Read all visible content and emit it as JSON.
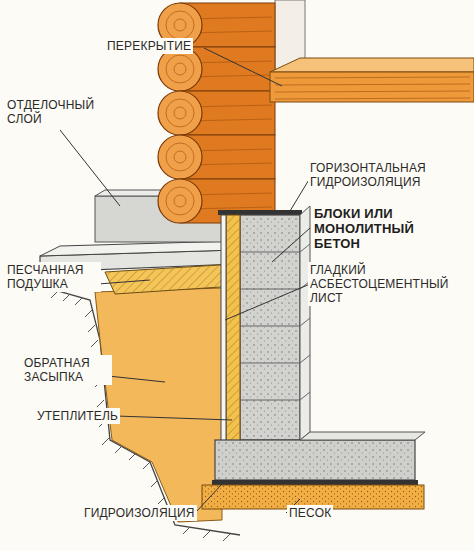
{
  "diagram": {
    "labels": [
      "ПЕРЕКРЫТИЕ",
      "ОТДЕЛОЧНЫЙ СЛОЙ",
      "ГОРИЗОНТАЛЬНАЯ ГИДРОИЗОЛЯЦИЯ",
      "БЛОКИ ИЛИ МОНОЛИТНЫЙ БЕТОН",
      "ГЛАДКИЙ АСБЕСТОЦЕМЕНТНЫЙ ЛИСТ",
      "ПЕСЧАННАЯ ПОДУШКА",
      "ОБРАТНАЯ ЗАСЫПКА",
      "УТЕПЛИТЕЛЬ",
      "ГИДРОИЗОЛЯЦИЯ",
      "ПЕСОК"
    ]
  }
}
